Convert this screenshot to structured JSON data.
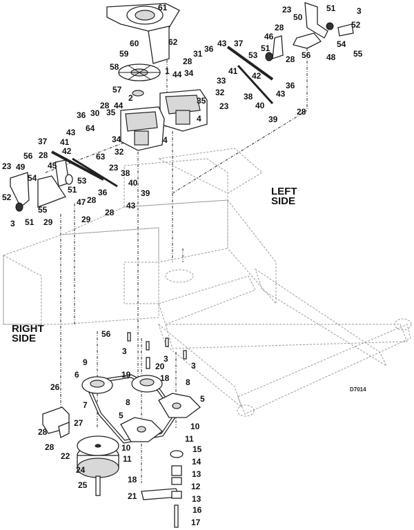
{
  "diagram": {
    "title": "Hydrostatic drive / pump and belt assembly exploded view",
    "figure_id": "D7014",
    "side_labels": {
      "left": "LEFT\nSIDE",
      "left_line1": "LEFT",
      "left_line2": "SIDE",
      "right_line1": "RIGHT",
      "right_line2": "SIDE"
    },
    "callouts": [
      {
        "id": "c61",
        "label": "61"
      },
      {
        "id": "c62",
        "label": "62"
      },
      {
        "id": "c60",
        "label": "60"
      },
      {
        "id": "c59",
        "label": "59"
      },
      {
        "id": "c58",
        "label": "58"
      },
      {
        "id": "c57",
        "label": "57"
      },
      {
        "id": "c2",
        "label": "2"
      },
      {
        "id": "c1",
        "label": "1"
      },
      {
        "id": "c44a",
        "label": "44"
      },
      {
        "id": "c34a",
        "label": "34"
      },
      {
        "id": "c28a",
        "label": "28"
      },
      {
        "id": "c31",
        "label": "31"
      },
      {
        "id": "c36a",
        "label": "36"
      },
      {
        "id": "c43a",
        "label": "43"
      },
      {
        "id": "c37a",
        "label": "37"
      },
      {
        "id": "c33",
        "label": "33"
      },
      {
        "id": "c41a",
        "label": "41"
      },
      {
        "id": "c32a",
        "label": "32"
      },
      {
        "id": "c35a",
        "label": "35"
      },
      {
        "id": "c23a",
        "label": "23"
      },
      {
        "id": "c4a",
        "label": "4"
      },
      {
        "id": "c42a",
        "label": "42"
      },
      {
        "id": "c38a",
        "label": "38"
      },
      {
        "id": "c36b",
        "label": "36"
      },
      {
        "id": "c40a",
        "label": "40"
      },
      {
        "id": "c39a",
        "label": "39"
      },
      {
        "id": "c43b",
        "label": "43"
      },
      {
        "id": "c28b",
        "label": "28"
      },
      {
        "id": "c23b",
        "label": "23"
      },
      {
        "id": "c50",
        "label": "50"
      },
      {
        "id": "c51a",
        "label": "51"
      },
      {
        "id": "c3a",
        "label": "3"
      },
      {
        "id": "c52a",
        "label": "52"
      },
      {
        "id": "c28c",
        "label": "28"
      },
      {
        "id": "c46",
        "label": "46"
      },
      {
        "id": "c54a",
        "label": "54"
      },
      {
        "id": "c55a",
        "label": "55"
      },
      {
        "id": "c48",
        "label": "48"
      },
      {
        "id": "c56a",
        "label": "56"
      },
      {
        "id": "c53a",
        "label": "53"
      },
      {
        "id": "c51b",
        "label": "51"
      },
      {
        "id": "c28d",
        "label": "28"
      },
      {
        "id": "c28e",
        "label": "28"
      },
      {
        "id": "c44b",
        "label": "44"
      },
      {
        "id": "c36c",
        "label": "36"
      },
      {
        "id": "c30",
        "label": "30"
      },
      {
        "id": "c35b",
        "label": "35"
      },
      {
        "id": "c64",
        "label": "64"
      },
      {
        "id": "c34b",
        "label": "34"
      },
      {
        "id": "c43c",
        "label": "43"
      },
      {
        "id": "c41b",
        "label": "41"
      },
      {
        "id": "c4b",
        "label": "4"
      },
      {
        "id": "c32b",
        "label": "32"
      },
      {
        "id": "c42b",
        "label": "42"
      },
      {
        "id": "c63",
        "label": "63"
      },
      {
        "id": "c23c",
        "label": "23"
      },
      {
        "id": "c37b",
        "label": "37"
      },
      {
        "id": "c38b",
        "label": "38"
      },
      {
        "id": "c40b",
        "label": "40"
      },
      {
        "id": "c39b",
        "label": "39"
      },
      {
        "id": "c43d",
        "label": "43"
      },
      {
        "id": "c28f",
        "label": "28"
      },
      {
        "id": "c45",
        "label": "45"
      },
      {
        "id": "c53b",
        "label": "53"
      },
      {
        "id": "c36d",
        "label": "36"
      },
      {
        "id": "c28g",
        "label": "28"
      },
      {
        "id": "c51c",
        "label": "51"
      },
      {
        "id": "c47",
        "label": "47"
      },
      {
        "id": "c29a",
        "label": "29"
      },
      {
        "id": "c29b",
        "label": "29"
      },
      {
        "id": "c56b",
        "label": "56"
      },
      {
        "id": "c28h",
        "label": "28"
      },
      {
        "id": "c23d",
        "label": "23"
      },
      {
        "id": "c49",
        "label": "49"
      },
      {
        "id": "c54b",
        "label": "54"
      },
      {
        "id": "c55b",
        "label": "55"
      },
      {
        "id": "c52b",
        "label": "52"
      },
      {
        "id": "c3b",
        "label": "3"
      },
      {
        "id": "c51d",
        "label": "51"
      },
      {
        "id": "c56c",
        "label": "56"
      },
      {
        "id": "c3c",
        "label": "3"
      },
      {
        "id": "c3d",
        "label": "3"
      },
      {
        "id": "c3e",
        "label": "3"
      },
      {
        "id": "c9",
        "label": "9"
      },
      {
        "id": "c20",
        "label": "20"
      },
      {
        "id": "c6",
        "label": "6"
      },
      {
        "id": "c19",
        "label": "19"
      },
      {
        "id": "c18a",
        "label": "18"
      },
      {
        "id": "c8a",
        "label": "8"
      },
      {
        "id": "c7",
        "label": "7"
      },
      {
        "id": "c8b",
        "label": "8"
      },
      {
        "id": "c5a",
        "label": "5"
      },
      {
        "id": "c5b",
        "label": "5"
      },
      {
        "id": "c26",
        "label": "26"
      },
      {
        "id": "c27",
        "label": "27"
      },
      {
        "id": "c28i",
        "label": "28"
      },
      {
        "id": "c28j",
        "label": "28"
      },
      {
        "id": "c10a",
        "label": "10"
      },
      {
        "id": "c11a",
        "label": "11"
      },
      {
        "id": "c10b",
        "label": "10"
      },
      {
        "id": "c11b",
        "label": "11"
      },
      {
        "id": "c15",
        "label": "15"
      },
      {
        "id": "c22",
        "label": "22"
      },
      {
        "id": "c14",
        "label": "14"
      },
      {
        "id": "c24",
        "label": "24"
      },
      {
        "id": "c13a",
        "label": "13"
      },
      {
        "id": "c18b",
        "label": "18"
      },
      {
        "id": "c25",
        "label": "25"
      },
      {
        "id": "c12",
        "label": "12"
      },
      {
        "id": "c21",
        "label": "21"
      },
      {
        "id": "c13b",
        "label": "13"
      },
      {
        "id": "c16",
        "label": "16"
      },
      {
        "id": "c17",
        "label": "17"
      }
    ]
  }
}
